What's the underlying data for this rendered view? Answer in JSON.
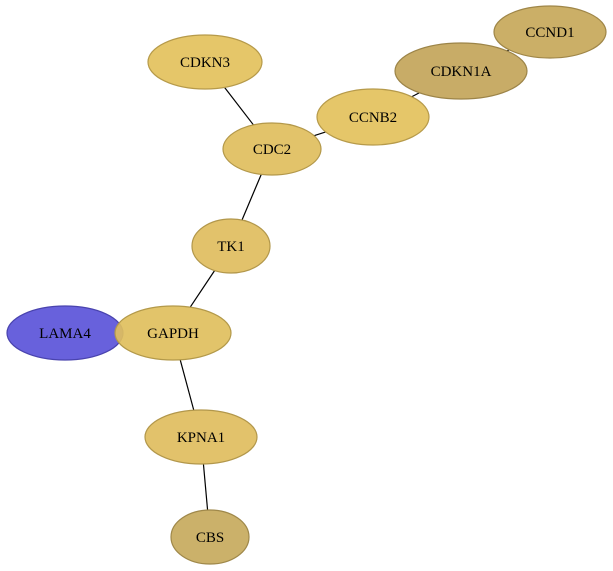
{
  "nodes": [
    {
      "id": "CCND1",
      "label": "CCND1",
      "color": "#c7a85a"
    },
    {
      "id": "CDKN1A",
      "label": "CDKN1A",
      "color": "#c3a55a"
    },
    {
      "id": "CDKN3",
      "label": "CDKN3",
      "color": "#e3c15c"
    },
    {
      "id": "CCNB2",
      "label": "CCNB2",
      "color": "#e3c15c"
    },
    {
      "id": "CDC2",
      "label": "CDC2",
      "color": "#e0be5d"
    },
    {
      "id": "TK1",
      "label": "TK1",
      "color": "#dfbd5e"
    },
    {
      "id": "LAMA4",
      "label": "LAMA4",
      "color": "#5b54d9"
    },
    {
      "id": "GAPDH",
      "label": "GAPDH",
      "color": "#e0bf5d"
    },
    {
      "id": "KPNA1",
      "label": "KPNA1",
      "color": "#dfbd5e"
    },
    {
      "id": "CBS",
      "label": "CBS",
      "color": "#c7aa5d"
    }
  ],
  "edges": [
    {
      "source": "CCND1",
      "target": "CDKN1A"
    },
    {
      "source": "CDKN1A",
      "target": "CCNB2"
    },
    {
      "source": "CCNB2",
      "target": "CDC2"
    },
    {
      "source": "CDKN3",
      "target": "CDC2"
    },
    {
      "source": "CDC2",
      "target": "TK1"
    },
    {
      "source": "TK1",
      "target": "GAPDH"
    },
    {
      "source": "GAPDH",
      "target": "KPNA1"
    },
    {
      "source": "KPNA1",
      "target": "CBS"
    }
  ]
}
